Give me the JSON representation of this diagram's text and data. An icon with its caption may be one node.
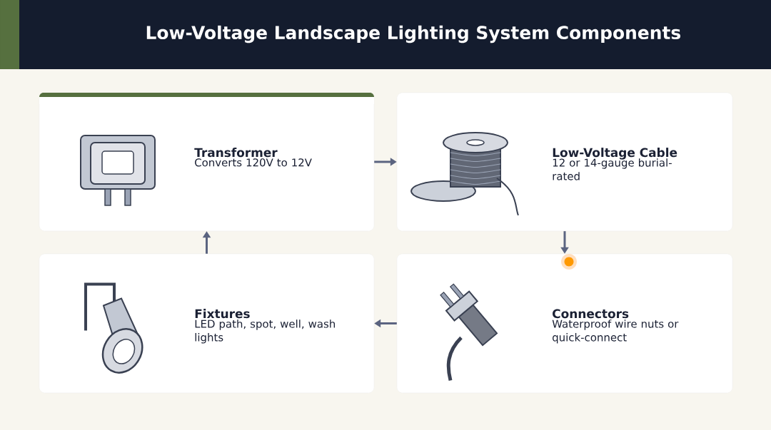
{
  "diagram": {
    "title": "Low-Voltage Landscape Lighting System Components",
    "nodes": [
      {
        "text": [
          "Transformer",
          "Converts 120V to 12V"
        ]
      },
      {
        "text": [
          "Low-Voltage Cable",
          "12 or 14-gauge burial-rated"
        ]
      },
      {
        "text": [
          "Fixtures",
          "LED path, spot, well, wash lights"
        ]
      },
      {
        "text": [
          "Connectors",
          "Waterproof wire nuts or quick-connect"
        ]
      }
    ],
    "edges": [
      {
        "from": 0,
        "to": 1,
        "arrow": "to"
      },
      {
        "from": 1,
        "to": 3,
        "arrow": "to"
      },
      {
        "from": 3,
        "to": 2,
        "arrow": "to"
      },
      {
        "from": 2,
        "to": 0,
        "arrow": "to"
      }
    ]
  }
}
